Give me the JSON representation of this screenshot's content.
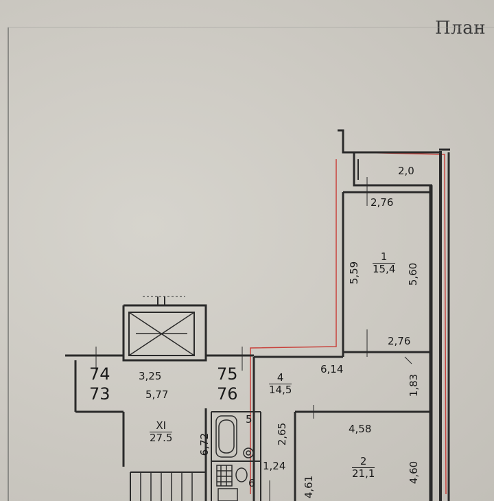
{
  "title": "План",
  "rooms": {
    "r1": {
      "number": "1",
      "area": "15,4"
    },
    "r2": {
      "number": "2",
      "area": "21,1"
    },
    "r4": {
      "number": "4",
      "area": "14,5"
    },
    "r5": {
      "number": "5"
    },
    "r6": {
      "number": "6"
    },
    "rxi": {
      "number": "XI",
      "area": "27.5"
    }
  },
  "unit_numbers": {
    "u74": "74",
    "u73": "73",
    "u75": "75",
    "u76": "76"
  },
  "dimensions": {
    "balcony_width": "2,0",
    "r1_top_width": "2,76",
    "r1_left_height": "5,59",
    "r1_right_height": "5,60",
    "r1_bottom_width": "2,76",
    "hall_width": "6,14",
    "hall_height": "1,83",
    "r2_width": "4,58",
    "r2_right_height": "4,60",
    "r2_left_height": "4,61",
    "bath_height": "2,65",
    "wc_width": "1,24",
    "corridor_height": "6,72",
    "lobby_width": "3,25",
    "lobby_depth": "5,77"
  },
  "colors": {
    "wall": "#2a2a2a",
    "boundary": "#c8423c",
    "paper": "#cecbc4"
  }
}
